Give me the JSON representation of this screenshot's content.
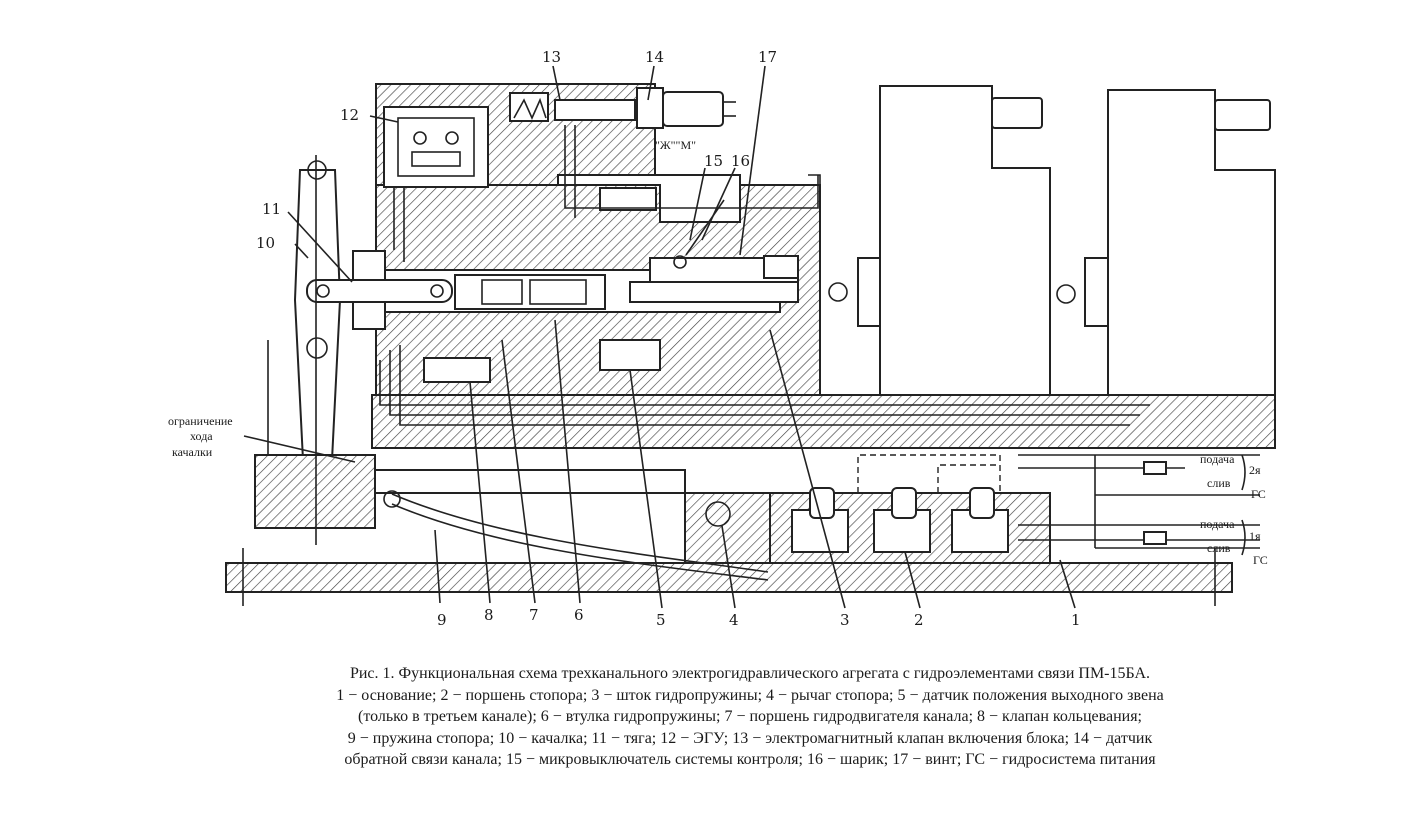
{
  "diagram": {
    "callouts": [
      "1",
      "2",
      "3",
      "4",
      "5",
      "6",
      "7",
      "8",
      "9",
      "10",
      "11",
      "12",
      "13",
      "14",
      "15",
      "16",
      "17"
    ],
    "limit_label": [
      "ограничение",
      "хода",
      "качалки"
    ],
    "modes_label": "\"Ж\"\"М\"",
    "ports": {
      "supply": "подача",
      "drain": "слив",
      "system2": "2я",
      "system1": "1я",
      "gs": "ГС"
    }
  },
  "caption": {
    "line1": "Рис.   1. Функциональная схема трехканального электрогидравлического агрегата с гидроэлементами связи ПМ-15БА.",
    "line2": "1 − основание; 2 − поршень стопора; 3 − шток гидропружины; 4 − рычаг стопора; 5 − датчик положения выходного звена",
    "line3": "(только в третьем канале); 6 − втулка гидропружины; 7 − поршень гидродвигателя канала; 8 − клапан кольцевания;",
    "line4": "9 − пружина стопора; 10 − качалка; 11 − тяга; 12 − ЭГУ; 13 − электромагнитный клапан включения блока; 14 − датчик",
    "line5": "обратной связи канала; 15 − микровыключатель системы контроля; 16 − шарик; 17 − винт; ГС − гидросистема питания"
  }
}
